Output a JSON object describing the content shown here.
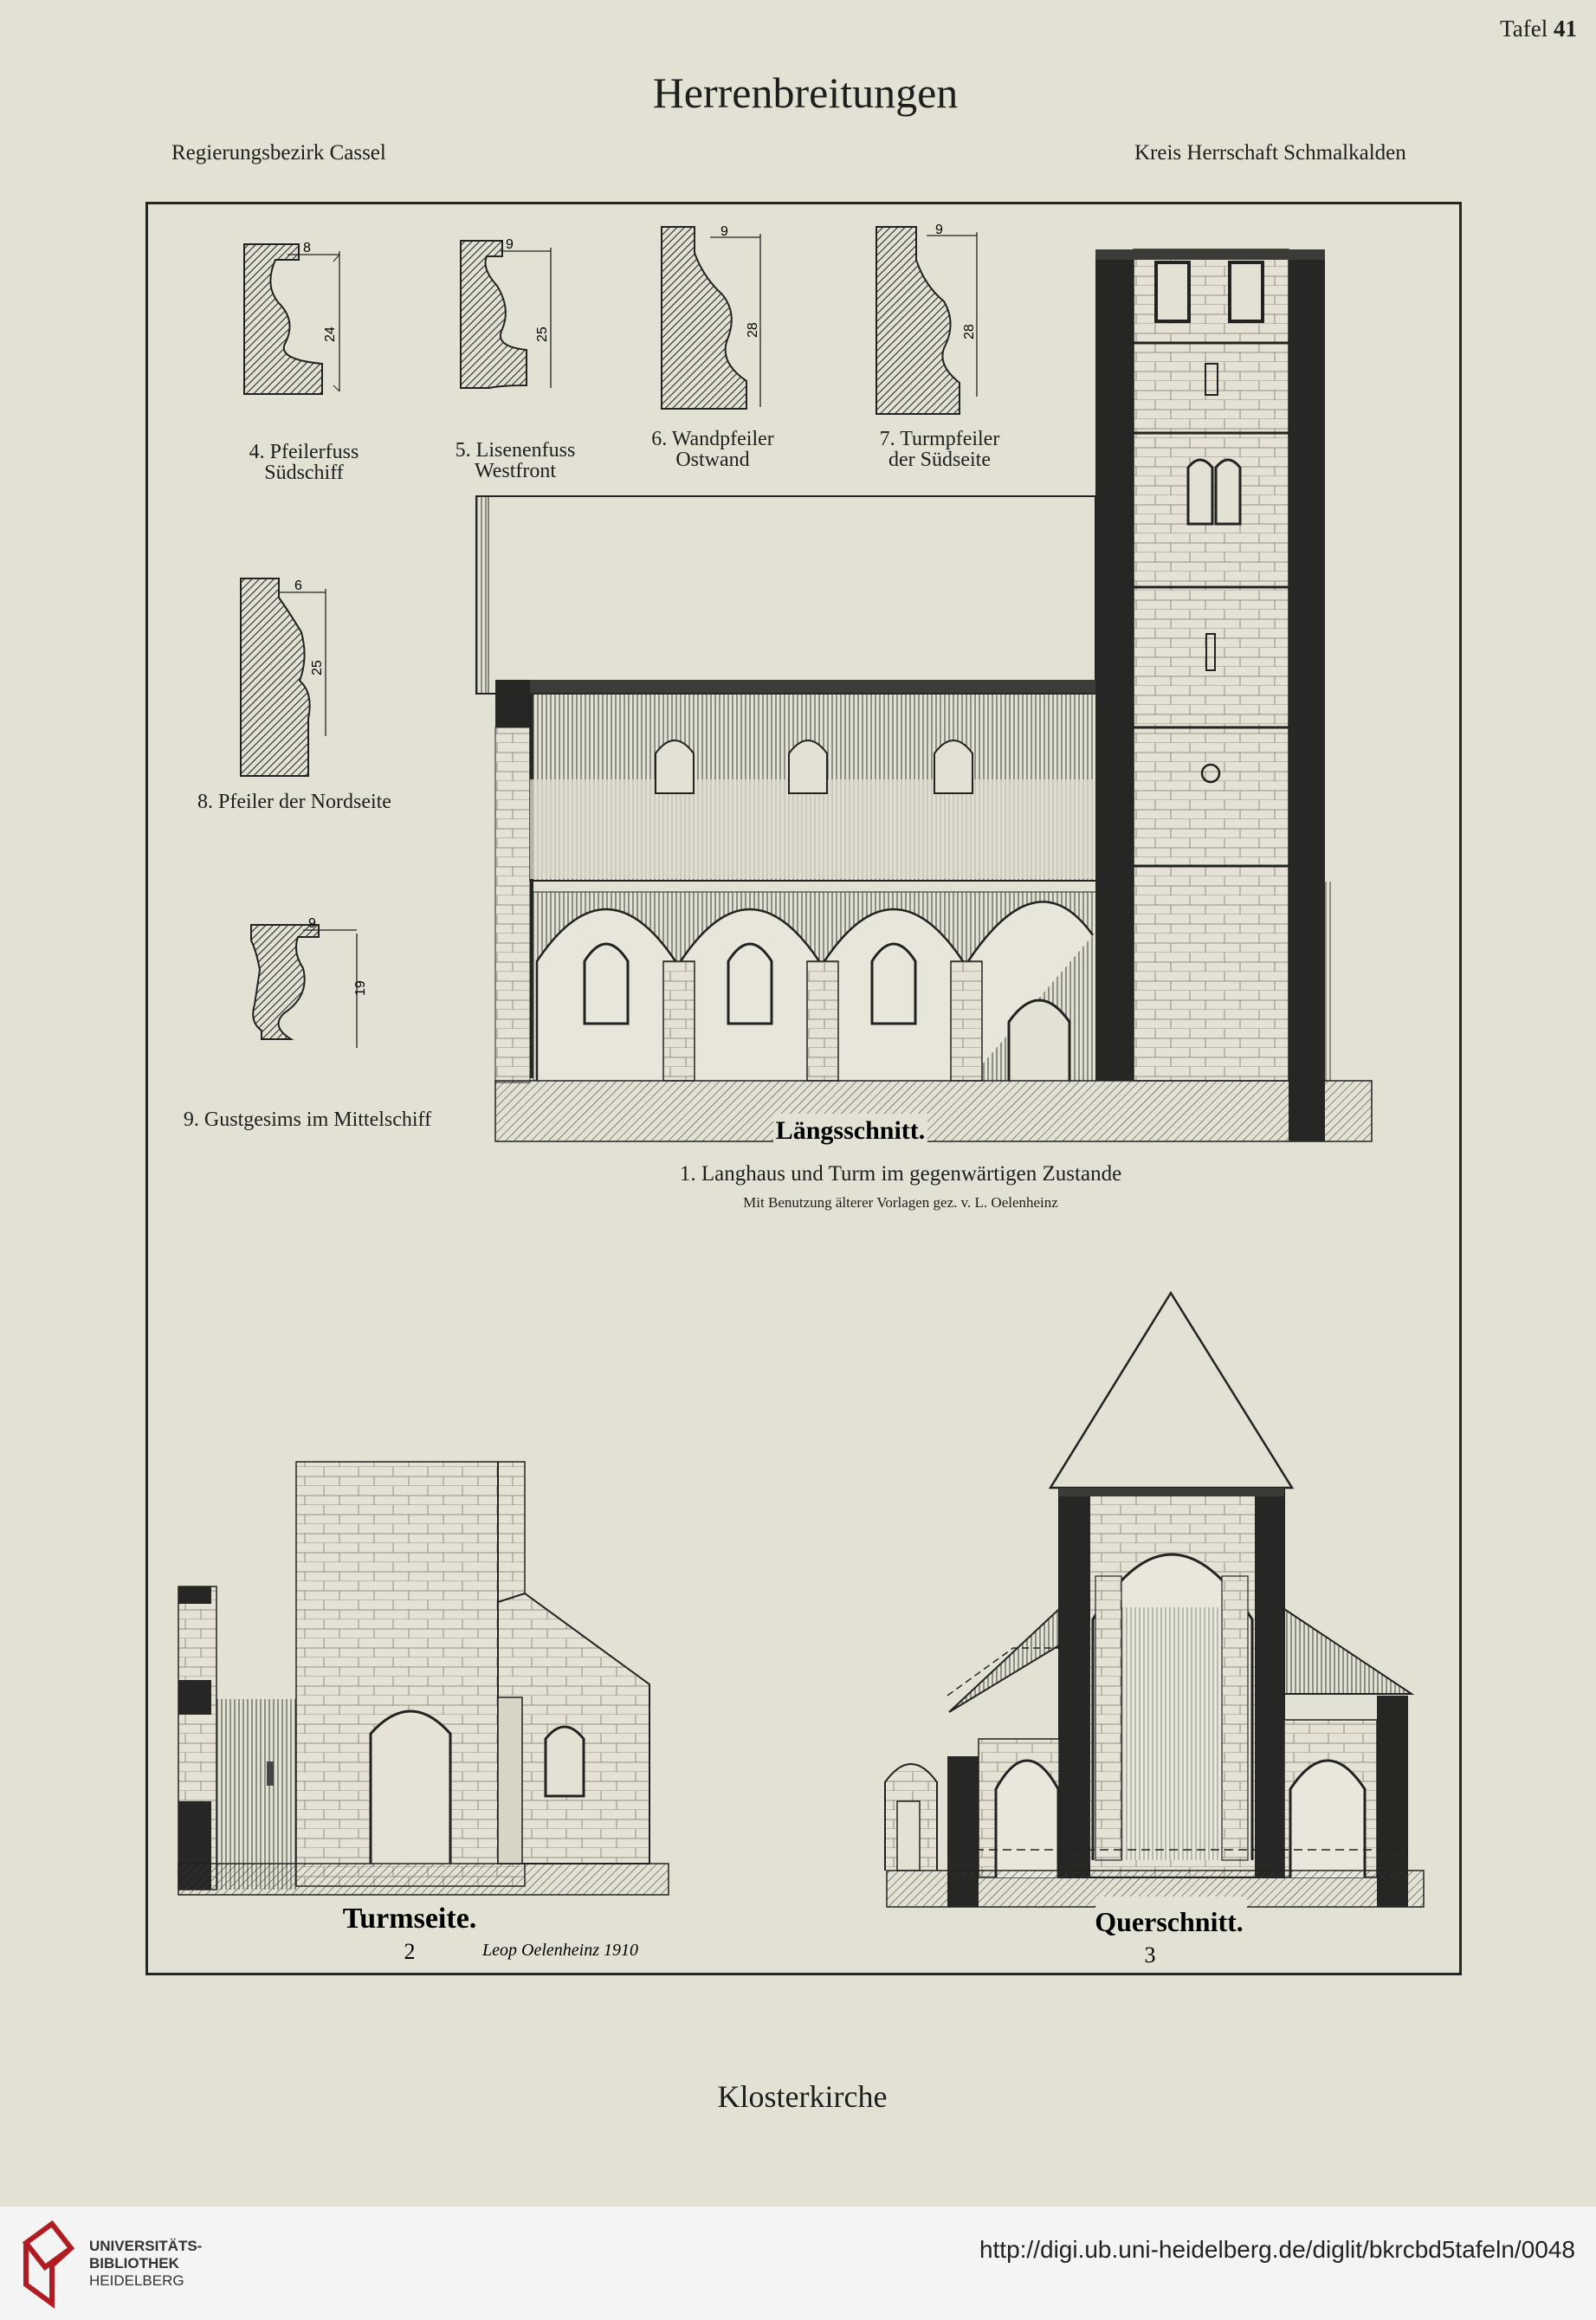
{
  "header": {
    "plate_prefix": "Tafel",
    "plate_number": "41",
    "title": "Herrenbreitungen",
    "district": "Regierungsbezirk Cassel",
    "county": "Kreis Herrschaft Schmalkalden"
  },
  "profiles": [
    {
      "line1": "4. Pfeilerfuss",
      "line2": "Südschiff",
      "dims": [
        "8",
        "24"
      ]
    },
    {
      "line1": "5. Lisenenfuss",
      "line2": "Westfront",
      "dims": [
        "9",
        "25"
      ]
    },
    {
      "line1": "6. Wandpfeiler",
      "line2": "Ostwand",
      "dims": [
        "9",
        "28"
      ]
    },
    {
      "line1": "7. Turmpfeiler",
      "line2": "der Südseite",
      "dims": [
        "9",
        "28"
      ]
    },
    {
      "line1": "8. Pfeiler der Nordseite",
      "dims": [
        "6",
        "25"
      ]
    },
    {
      "line1": "9. Gustgesims im Mittelschiff",
      "dims": [
        "9",
        "19"
      ]
    }
  ],
  "drawings": {
    "longitudinal_label": "Längsschnitt.",
    "longitudinal_caption": "1. Langhaus und Turm im gegenwärtigen Zustande",
    "longitudinal_credit": "Mit Benutzung älterer Vorlagen gez. v. L. Oelenheinz",
    "tower_label": "Turmseite.",
    "tower_number": "2",
    "signature": "Leop Oelenheinz 1910",
    "cross_label": "Querschnitt.",
    "cross_number": "3"
  },
  "bottom_label": "Klosterkirche",
  "footer": {
    "logo_line1": "UNIVERSITÄTS-",
    "logo_line2": "BIBLIOTHEK",
    "logo_line3": "HEIDELBERG",
    "url": "http://digi.ub.uni-heidelberg.de/diglit/bkrcbd5tafeln/0048"
  }
}
